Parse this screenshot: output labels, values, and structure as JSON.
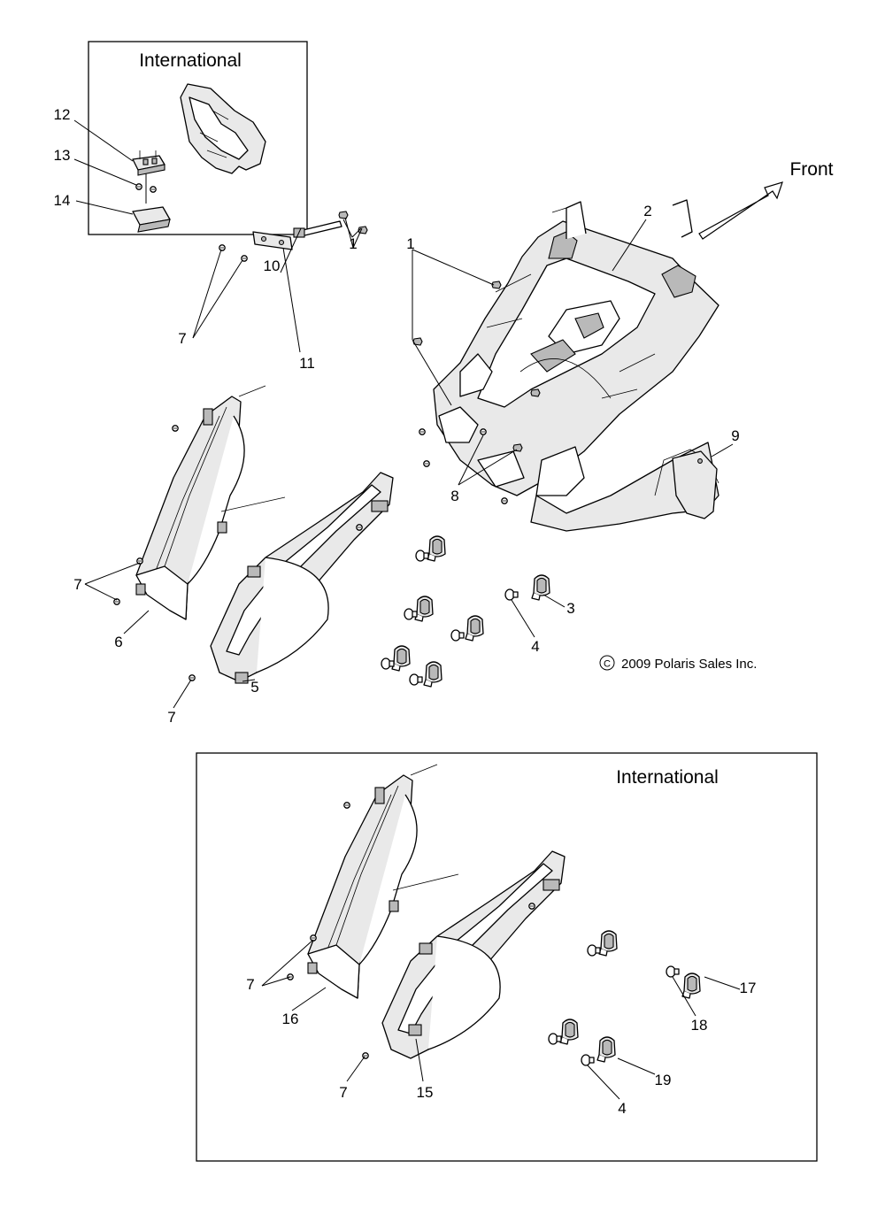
{
  "colors": {
    "line": "#000000",
    "background": "#ffffff",
    "shade": "#b9b9b9"
  },
  "insets": {
    "top": {
      "title": "International"
    },
    "bottom": {
      "title": "International"
    }
  },
  "direction": {
    "label": "Front"
  },
  "copyright": "2009 Polaris Sales Inc.",
  "callouts": [
    {
      "id": "c1a",
      "label": "1"
    },
    {
      "id": "c1b",
      "label": "1"
    },
    {
      "id": "c2",
      "label": "2"
    },
    {
      "id": "c3",
      "label": "3"
    },
    {
      "id": "c4a",
      "label": "4"
    },
    {
      "id": "c4b",
      "label": "4"
    },
    {
      "id": "c5",
      "label": "5"
    },
    {
      "id": "c6",
      "label": "6"
    },
    {
      "id": "c7a",
      "label": "7"
    },
    {
      "id": "c7b",
      "label": "7"
    },
    {
      "id": "c7c",
      "label": "7"
    },
    {
      "id": "c7d",
      "label": "7"
    },
    {
      "id": "c7e",
      "label": "7"
    },
    {
      "id": "c8",
      "label": "8"
    },
    {
      "id": "c9",
      "label": "9"
    },
    {
      "id": "c10",
      "label": "10"
    },
    {
      "id": "c11",
      "label": "11"
    },
    {
      "id": "c12",
      "label": "12"
    },
    {
      "id": "c13",
      "label": "13"
    },
    {
      "id": "c14",
      "label": "14"
    },
    {
      "id": "c15",
      "label": "15"
    },
    {
      "id": "c16",
      "label": "16"
    },
    {
      "id": "c17",
      "label": "17"
    },
    {
      "id": "c18",
      "label": "18"
    },
    {
      "id": "c19",
      "label": "19"
    }
  ]
}
